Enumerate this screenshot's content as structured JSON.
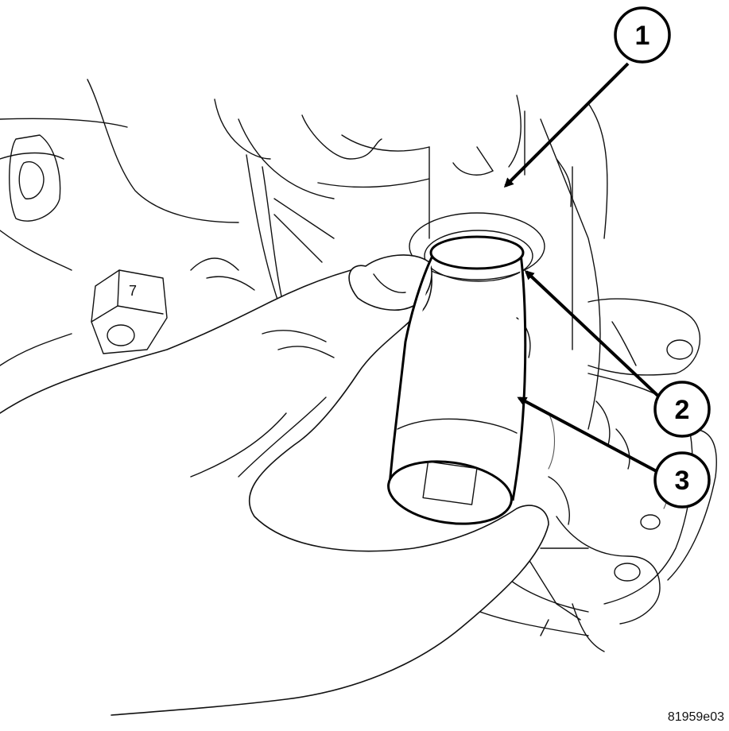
{
  "callouts": [
    {
      "id": "1",
      "label": "1"
    },
    {
      "id": "2",
      "label": "2"
    },
    {
      "id": "3",
      "label": "3"
    }
  ],
  "figure_id": "81959e03",
  "block_stamp": "7"
}
